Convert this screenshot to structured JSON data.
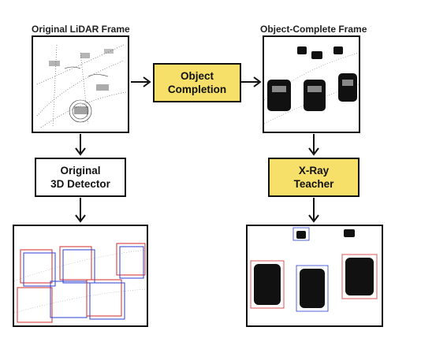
{
  "left_frame": {
    "caption": "Original LiDAR Frame"
  },
  "right_frame": {
    "caption": "Object-Complete Frame"
  },
  "boxes": {
    "object_completion": "Object\nCompletion",
    "original_detector": "Original\n3D Detector",
    "xray_teacher": "X-Ray\nTeacher"
  },
  "colors": {
    "highlight": "#f6e06a",
    "outline": "#111111",
    "detection_red": "#d62b2b",
    "detection_blue": "#2b3fd6"
  }
}
